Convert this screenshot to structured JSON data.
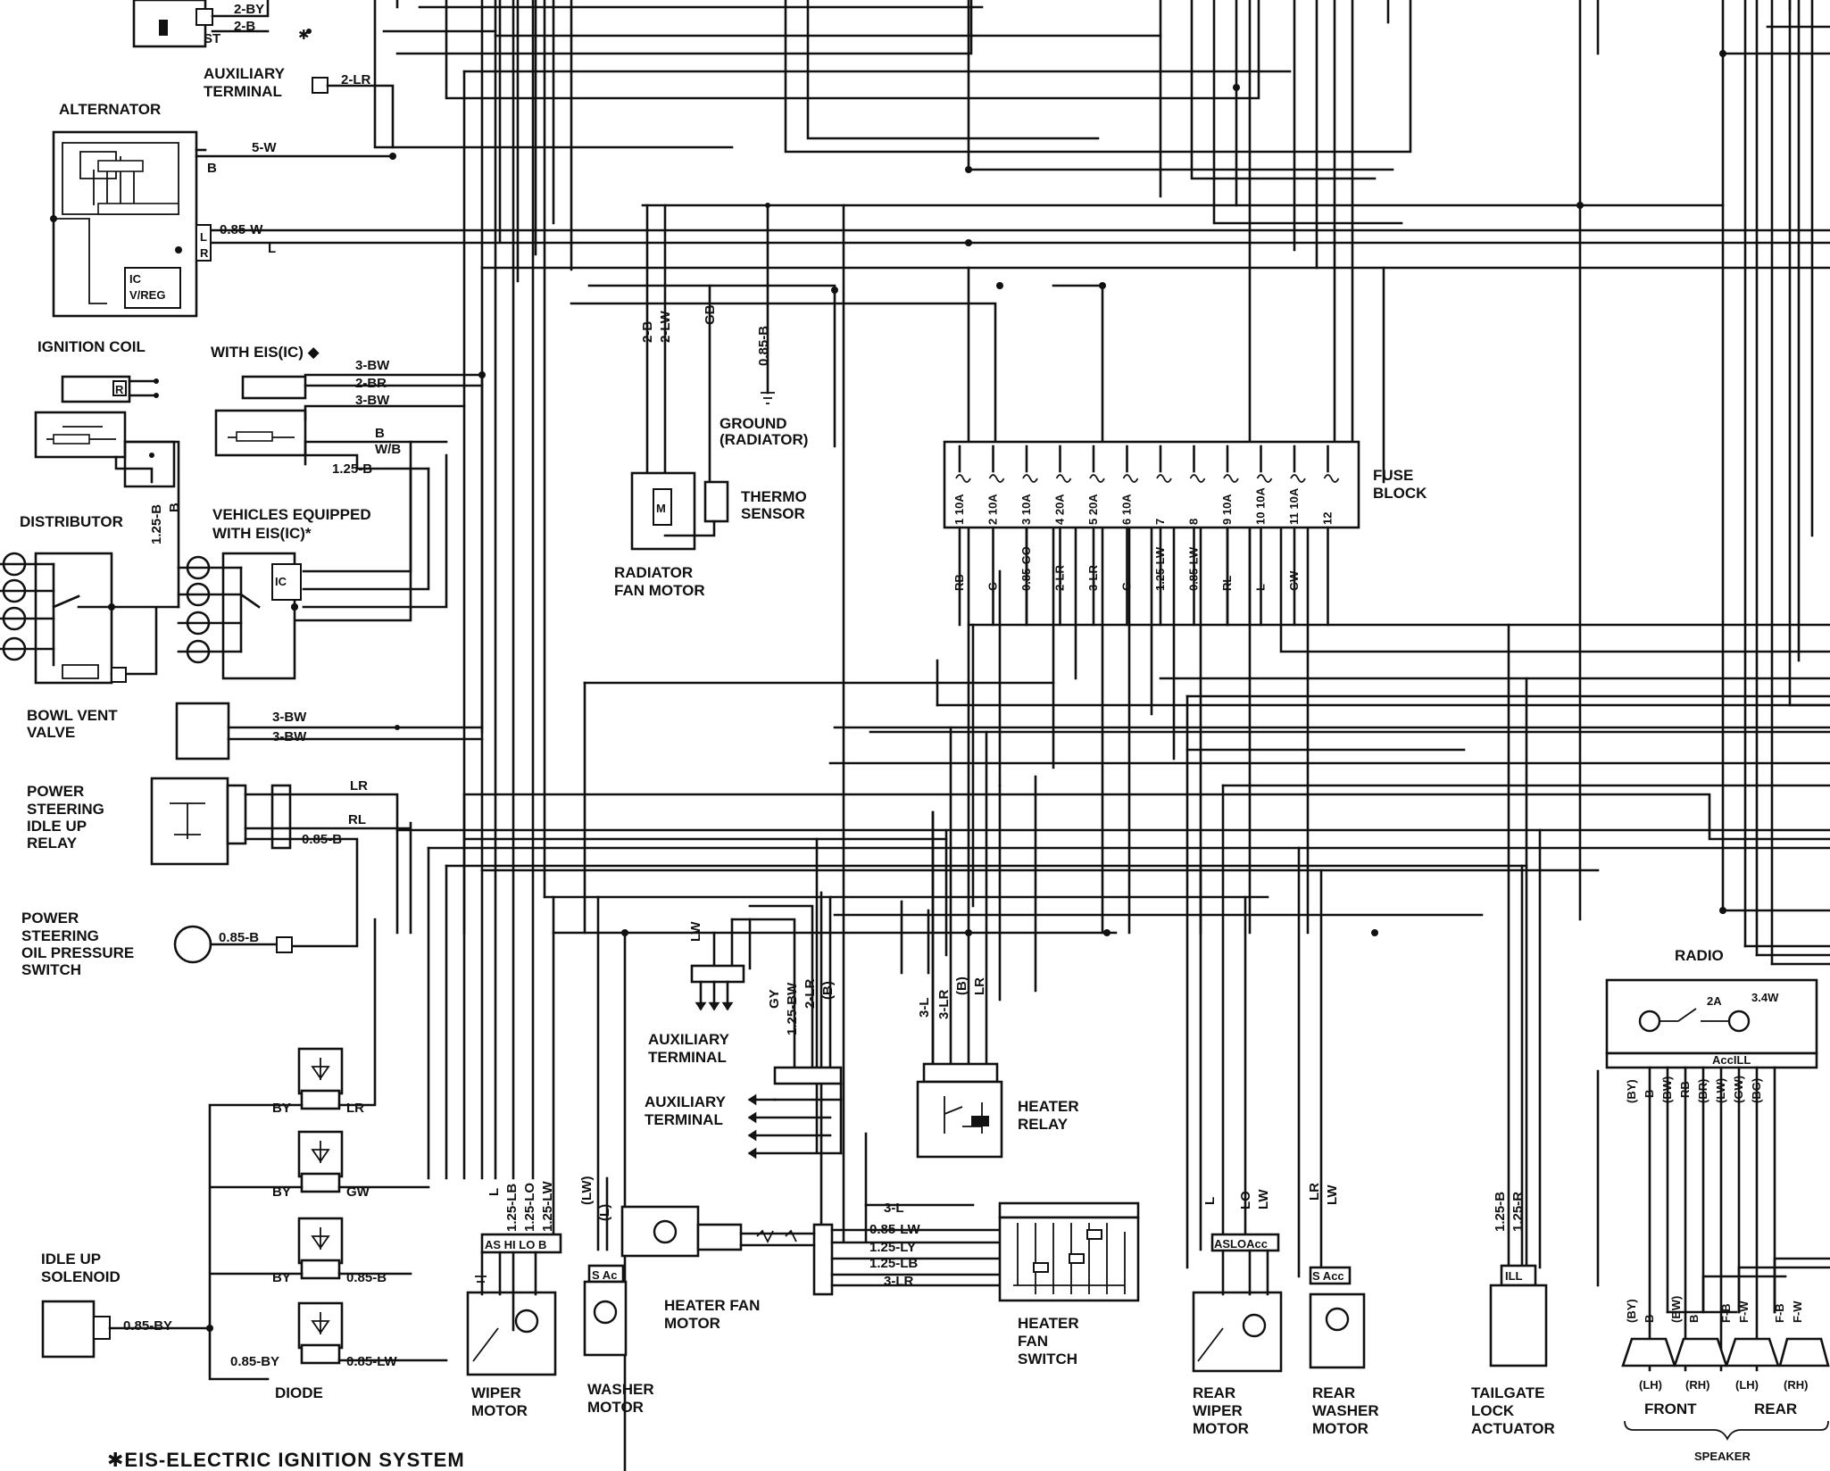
{
  "components": {
    "alternator": "ALTERNATOR",
    "ic_vreg": [
      "IC",
      "V/REG"
    ],
    "aux_terminal_top": [
      "AUXILIARY",
      "TERMINAL"
    ],
    "ignition_coil": "IGNITION COIL",
    "with_eis": "WITH EIS(IC) ◆",
    "distributor": "DISTRIBUTOR",
    "vehicles_eis": [
      "VEHICLES EQUIPPED",
      "WITH EIS(IC)*"
    ],
    "ic_label": "IC",
    "bowl_vent": [
      "BOWL VENT",
      "VALVE"
    ],
    "ps_idle_relay": [
      "POWER",
      "STEERING",
      "IDLE UP",
      "RELAY"
    ],
    "ps_pressure": [
      "POWER",
      "STEERING",
      "OIL PRESSURE",
      "SWITCH"
    ],
    "idle_up_solenoid": [
      "IDLE UP",
      "SOLENOID"
    ],
    "diode": "DIODE",
    "ground_radiator": [
      "GROUND",
      "(RADIATOR)"
    ],
    "radiator_fan_motor": [
      "RADIATOR",
      "FAN MOTOR"
    ],
    "thermo_sensor": [
      "THERMO",
      "SENSOR"
    ],
    "fuse_block": [
      "FUSE",
      "BLOCK"
    ],
    "aux_terminal_1": [
      "AUXILIARY",
      "TERMINAL"
    ],
    "aux_terminal_2": [
      "AUXILIARY",
      "TERMINAL"
    ],
    "heater_relay": [
      "HEATER",
      "RELAY"
    ],
    "heater_fan_motor": [
      "HEATER  FAN",
      "MOTOR"
    ],
    "heater_fan_switch": [
      "HEATER",
      "FAN",
      "SWITCH"
    ],
    "wiper_motor": [
      "WIPER",
      "MOTOR"
    ],
    "washer_motor": [
      "WASHER",
      "MOTOR"
    ],
    "rear_wiper_motor": [
      "REAR",
      "WIPER",
      "MOTOR"
    ],
    "rear_washer_motor": [
      "REAR",
      "WASHER",
      "MOTOR"
    ],
    "tailgate": [
      "TAILGATE",
      "LOCK",
      "ACTUATOR"
    ],
    "radio": "RADIO",
    "radio_fuse": "2A",
    "radio_power": "3.4W",
    "radio_terms": "AccILL",
    "speaker": "SPEAKER",
    "speaker_front": "FRONT",
    "speaker_rear": "REAR",
    "speaker_sides": [
      "(LH)",
      "(RH)",
      "(LH)",
      "(RH)"
    ]
  },
  "footer": "✱EIS-ELECTRIC IGNITION SYSTEM",
  "wire_labels": {
    "alt_top": [
      "2-BY",
      "2-B",
      "ST",
      "✱"
    ],
    "aux_top": "2-LR",
    "alt_5w": "5-W",
    "alt_b": "B",
    "alt_085w": "0.85-W",
    "alt_l": "L",
    "alt_term_l": "L",
    "alt_term_r": "R",
    "coil_r": "R",
    "eis_3bw_a": "3-BW",
    "eis_2br": "2-BR",
    "eis_3bw_b": "3-BW",
    "eis_b": "B",
    "eis_wb": "W/B",
    "eis_125b": "1.25-B",
    "dist_125b": "1.25-B",
    "dist_b": "B",
    "bowl_3bw_a": "3-BW",
    "bowl_3bw_b": "3-BW",
    "relay_lr": "LR",
    "relay_rl": "RL",
    "relay_085b": "0.85-B",
    "ps_085b": "0.85-B",
    "diode_by1": "BY",
    "diode_lr": "LR",
    "diode_by2": "BY",
    "diode_gw": "GW",
    "diode_by3": "BY",
    "diode_085b": "0.85-B",
    "diode_085by": "0.85-BY",
    "diode_085lw": "0.85-LW",
    "solenoid_085by": "0.85-BY",
    "rad_2b": "2-B",
    "rad_2lw": "2-LW",
    "rad_gb": "GB",
    "rad_085b": "0.85-B",
    "aux_lw": "LW",
    "aux_gy": "GY",
    "aux_125bw": "1.25-BW",
    "aux_2lr": "2-LR",
    "aux_b": "(B)",
    "relay_3l": "3-L",
    "relay_3lr": "3-LR",
    "relay_b": "(B)",
    "fan_3l": "3-L",
    "fan_085lw": "0.85-LW",
    "fan_125ly": "1.25-LY",
    "fan_125lb": "1.25-LB",
    "fan_3lr": "3-LR",
    "wiper_l": "L",
    "wiper_125lb": "1.25-LB",
    "wiper_125lo": "1.25-LO",
    "wiper_125lw": "1.25-LW",
    "wiper_terms": "AS HI LO B",
    "washer_lw": "(LW)",
    "washer_l": "(L)",
    "washer_terms": "S Ac",
    "rwiper_l": "L",
    "rwiper_lo": "LO",
    "rwiper_lw": "LW",
    "rwiper_terms": "ASLOAcc",
    "rwasher_lr": "LR",
    "rwasher_lw": "LW",
    "rwasher_terms": "S Acc",
    "tail_125b": "1.25-B",
    "tail_125r": "1.25-R",
    "tail_term": "ILL",
    "radio_by": "(BY)",
    "radio_b": "B",
    "radio_bw": "(BW)",
    "radio_rb": "RB",
    "radio_br": "(BR)",
    "radio_lw": "(LW)",
    "radio_gw": "(GW)",
    "radio_bg": "(BG)",
    "spk_by": "(BY)",
    "spk_b1": "B",
    "spk_bw": "(BW)",
    "spk_b2": "B",
    "spk_fb1": "F-B",
    "spk_fw1": "F-W",
    "spk_fb2": "F-B",
    "spk_fw2": "F-W"
  },
  "fuse_block": {
    "fuses": [
      {
        "no": "1",
        "amp": "10A",
        "wire": "RB"
      },
      {
        "no": "2",
        "amp": "10A",
        "wire": "G"
      },
      {
        "no": "3",
        "amp": "10A",
        "wire": "0.85-GO"
      },
      {
        "no": "4",
        "amp": "20A",
        "wire": "2-LR"
      },
      {
        "no": "5",
        "amp": "20A",
        "wire": "3-LR"
      },
      {
        "no": "6",
        "amp": "10A",
        "wire": "G"
      },
      {
        "no": "7",
        "amp": "",
        "wire": "1.25-LW"
      },
      {
        "no": "8",
        "amp": "",
        "wire": "0.85-LW"
      },
      {
        "no": "9",
        "amp": "10A",
        "wire": "RL"
      },
      {
        "no": "10",
        "amp": "10A",
        "wire": "L"
      },
      {
        "no": "11",
        "amp": "10A",
        "wire": "GW"
      },
      {
        "no": "12",
        "amp": "",
        "wire": ""
      }
    ]
  }
}
